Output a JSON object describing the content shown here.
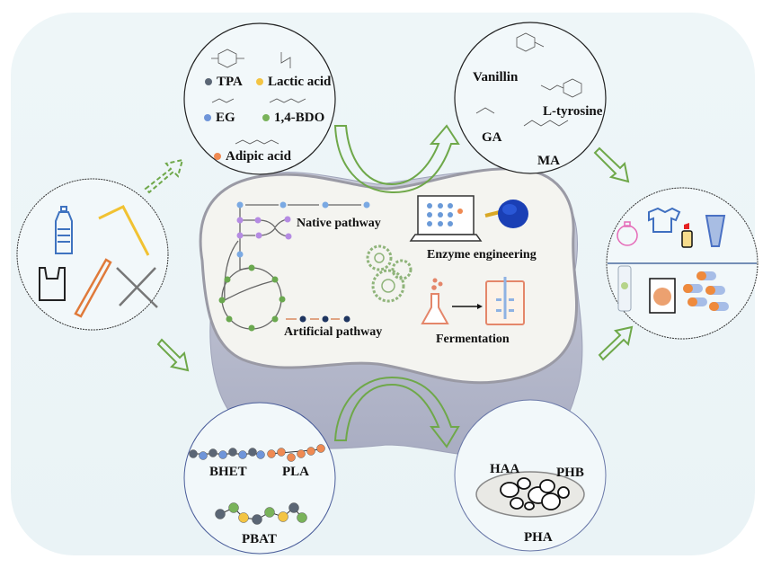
{
  "colors": {
    "background": "#eef5f7",
    "arrow_green": "#6fa84a",
    "cell_fill": "#f4f4f0",
    "cell_shadow": "#b9bccb",
    "circle_stroke_dark": "#222222",
    "circle_stroke_blue": "#4a5d9a",
    "dot_tpa": "#5b6675",
    "dot_lactic": "#f3c443",
    "dot_eg": "#6f95d9",
    "dot_bdo": "#79b35a",
    "dot_adipic": "#ef8a52"
  },
  "plastic_waste": {
    "items": [
      "plastic-bottle",
      "drinking-straw",
      "plastic-bag",
      "pen",
      "fork-and-knife"
    ]
  },
  "monomers": {
    "items": [
      {
        "label": "TPA",
        "dot": "dot_tpa"
      },
      {
        "label": "Lactic acid",
        "dot": "dot_lactic"
      },
      {
        "label": "EG",
        "dot": "dot_eg"
      },
      {
        "label": "1,4-BDO",
        "dot": "dot_bdo"
      },
      {
        "label": "Adipic acid",
        "dot": "dot_adipic"
      }
    ]
  },
  "products": {
    "labels": [
      "Vanillin",
      "L-tyrosine",
      "GA",
      "MA"
    ]
  },
  "cell": {
    "native_pathway": "Native pathway",
    "artificial_pathway": "Artificial pathway",
    "enzyme_engineering": "Enzyme engineering",
    "fermentation": "Fermentation"
  },
  "polymers": {
    "labels": [
      "BHET",
      "PLA",
      "PBAT"
    ]
  },
  "pha": {
    "labels": [
      "HAA",
      "PHB",
      "PHA"
    ]
  },
  "applications": {
    "top": [
      "perfume",
      "t-shirt",
      "lipstick",
      "cream-tube"
    ],
    "bottom": [
      "water-bottle",
      "food-bag",
      "capsules"
    ]
  }
}
